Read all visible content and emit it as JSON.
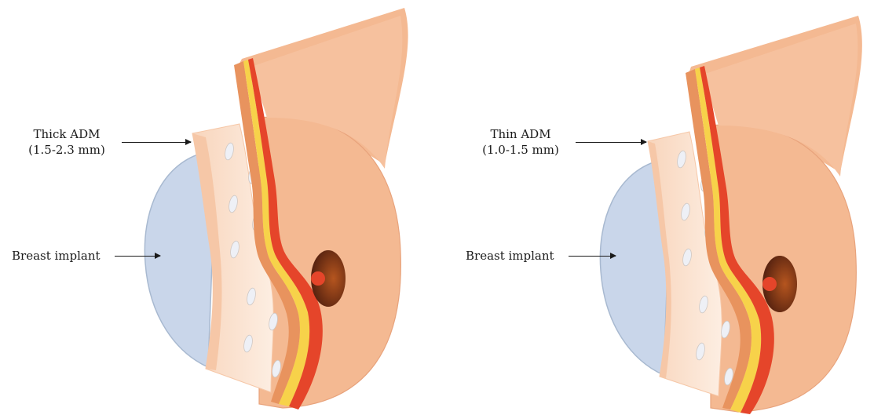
{
  "panels": [
    {
      "adm_label_line1": "Thick ADM",
      "adm_label_line2": "(1.5-2.3 mm)",
      "implant_label": "Breast implant",
      "adm_variant": "thick"
    },
    {
      "adm_label_line1": "Thin ADM",
      "adm_label_line2": "(1.0-1.5 mm)",
      "implant_label": "Breast implant",
      "adm_variant": "thin"
    }
  ],
  "colors": {
    "skin": "#f4b992",
    "skin_light": "#f9d2b5",
    "skin_outline": "#e8a37c",
    "implant": "#c9d6ea",
    "implant_rim": "#a8b9d0",
    "adm": "#fbe1cc",
    "adm_edge": "#f6c7a7",
    "fat_yellow": "#f7d24a",
    "muscle_red": "#e5452a",
    "muscle_dark": "#c73a22",
    "skin_band": "#e8935e",
    "nipple_dark": "#5a2410",
    "nipple_light": "#b5551f",
    "hole_fill": "#eef0f6"
  }
}
